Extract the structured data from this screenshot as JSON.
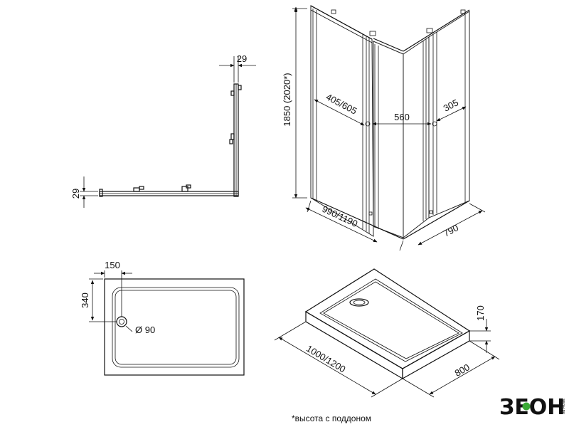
{
  "top_view": {
    "dim_top": "29",
    "dim_left": "29"
  },
  "enclosure": {
    "height": "1850 (2020*)",
    "left_door": "405/605",
    "middle": "560",
    "right_door": "305",
    "width_long": "990/1190",
    "width_short": "790"
  },
  "tray_plan": {
    "dim_150": "150",
    "dim_340": "340",
    "drain": "Ø 90"
  },
  "tray_3d": {
    "length": "1000/1200",
    "width": "800",
    "height": "170"
  },
  "footnote": "*высота с поддоном",
  "brand": {
    "logo_text": "ЗЕОН",
    "logo_small": "ЗЕОН.РУ",
    "color_dark": "#111111",
    "color_green": "#3aa935"
  }
}
